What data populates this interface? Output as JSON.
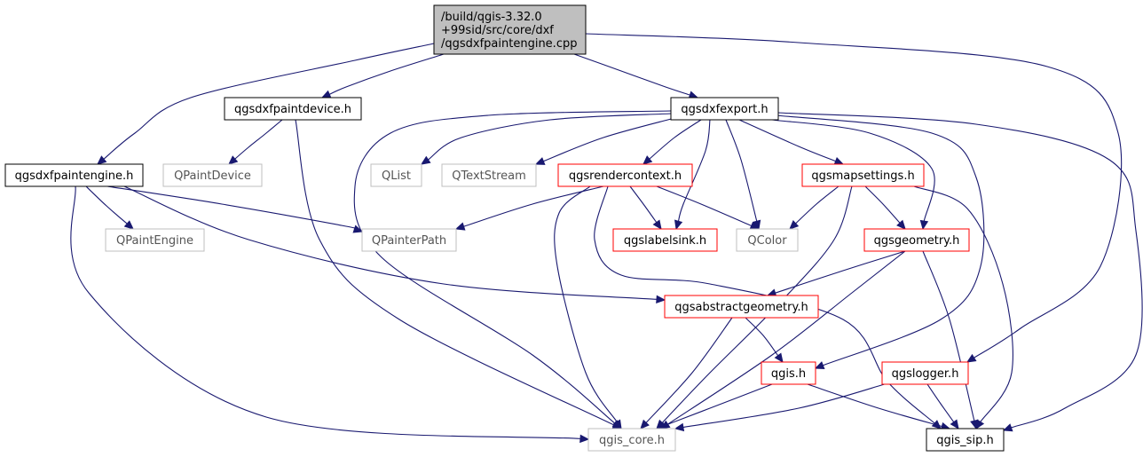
{
  "colors": {
    "edge": "#191970",
    "root_fill": "#bfbfbf",
    "border_documented": "#000000",
    "border_has_includes": "#ff0000",
    "border_external": "#bfbfbf"
  },
  "nodes": [
    {
      "id": "root",
      "lines": [
        "/build/qgis-3.32.0",
        "+99sid/src/core/dxf",
        "/qgsdxfpaintengine.cpp"
      ],
      "style": "root"
    },
    {
      "id": "paintdevice",
      "lines": [
        "qgsdxfpaintdevice.h"
      ],
      "style": "black"
    },
    {
      "id": "dxfexport",
      "lines": [
        "qgsdxfexport.h"
      ],
      "style": "black"
    },
    {
      "id": "paintengine_h",
      "lines": [
        "qgsdxfpaintengine.h"
      ],
      "style": "black"
    },
    {
      "id": "qpaintdevice",
      "lines": [
        "QPaintDevice"
      ],
      "style": "gray"
    },
    {
      "id": "qlist",
      "lines": [
        "QList"
      ],
      "style": "gray"
    },
    {
      "id": "qtextstream",
      "lines": [
        "QTextStream"
      ],
      "style": "gray"
    },
    {
      "id": "rendercontext",
      "lines": [
        "qgsrendercontext.h"
      ],
      "style": "red"
    },
    {
      "id": "mapsettings",
      "lines": [
        "qgsmapsettings.h"
      ],
      "style": "red"
    },
    {
      "id": "qpaintengine",
      "lines": [
        "QPaintEngine"
      ],
      "style": "gray"
    },
    {
      "id": "qpainterpath",
      "lines": [
        "QPainterPath"
      ],
      "style": "gray"
    },
    {
      "id": "labelsink",
      "lines": [
        "qgslabelsink.h"
      ],
      "style": "red"
    },
    {
      "id": "qcolor",
      "lines": [
        "QColor"
      ],
      "style": "gray"
    },
    {
      "id": "geometry",
      "lines": [
        "qgsgeometry.h"
      ],
      "style": "red"
    },
    {
      "id": "abstractgeometry",
      "lines": [
        "qgsabstractgeometry.h"
      ],
      "style": "red"
    },
    {
      "id": "qgis",
      "lines": [
        "qgis.h"
      ],
      "style": "red"
    },
    {
      "id": "logger",
      "lines": [
        "qgslogger.h"
      ],
      "style": "red"
    },
    {
      "id": "qgis_core",
      "lines": [
        "qgis_core.h"
      ],
      "style": "gray"
    },
    {
      "id": "qgis_sip",
      "lines": [
        "qgis_sip.h"
      ],
      "style": "black"
    }
  ],
  "edges": [
    {
      "from": "root",
      "to": "paintengine_h"
    },
    {
      "from": "root",
      "to": "paintdevice"
    },
    {
      "from": "root",
      "to": "dxfexport"
    },
    {
      "from": "root",
      "to": "logger"
    },
    {
      "from": "paintdevice",
      "to": "qpaintdevice"
    },
    {
      "from": "paintdevice",
      "to": "qgis_core"
    },
    {
      "from": "paintengine_h",
      "to": "qpaintengine"
    },
    {
      "from": "paintengine_h",
      "to": "qpainterpath"
    },
    {
      "from": "paintengine_h",
      "to": "abstractgeometry"
    },
    {
      "from": "paintengine_h",
      "to": "qgis_core"
    },
    {
      "from": "dxfexport",
      "to": "qgis_core"
    },
    {
      "from": "dxfexport",
      "to": "qlist"
    },
    {
      "from": "dxfexport",
      "to": "qtextstream"
    },
    {
      "from": "dxfexport",
      "to": "rendercontext"
    },
    {
      "from": "dxfexport",
      "to": "labelsink"
    },
    {
      "from": "dxfexport",
      "to": "qcolor"
    },
    {
      "from": "dxfexport",
      "to": "mapsettings"
    },
    {
      "from": "dxfexport",
      "to": "geometry"
    },
    {
      "from": "dxfexport",
      "to": "qgis"
    },
    {
      "from": "dxfexport",
      "to": "qgis_sip"
    },
    {
      "from": "rendercontext",
      "to": "qpainterpath"
    },
    {
      "from": "rendercontext",
      "to": "labelsink"
    },
    {
      "from": "rendercontext",
      "to": "qcolor"
    },
    {
      "from": "rendercontext",
      "to": "qgis_core"
    },
    {
      "from": "rendercontext",
      "to": "qgis_sip"
    },
    {
      "from": "mapsettings",
      "to": "qcolor"
    },
    {
      "from": "mapsettings",
      "to": "geometry"
    },
    {
      "from": "mapsettings",
      "to": "qgis_core"
    },
    {
      "from": "mapsettings",
      "to": "qgis_sip"
    },
    {
      "from": "geometry",
      "to": "abstractgeometry"
    },
    {
      "from": "geometry",
      "to": "qgis_core"
    },
    {
      "from": "geometry",
      "to": "qgis_sip"
    },
    {
      "from": "abstractgeometry",
      "to": "qgis"
    },
    {
      "from": "abstractgeometry",
      "to": "qgis_core"
    },
    {
      "from": "qgis",
      "to": "qgis_core"
    },
    {
      "from": "qgis",
      "to": "qgis_sip"
    },
    {
      "from": "logger",
      "to": "qgis_core"
    },
    {
      "from": "logger",
      "to": "qgis_sip"
    }
  ]
}
